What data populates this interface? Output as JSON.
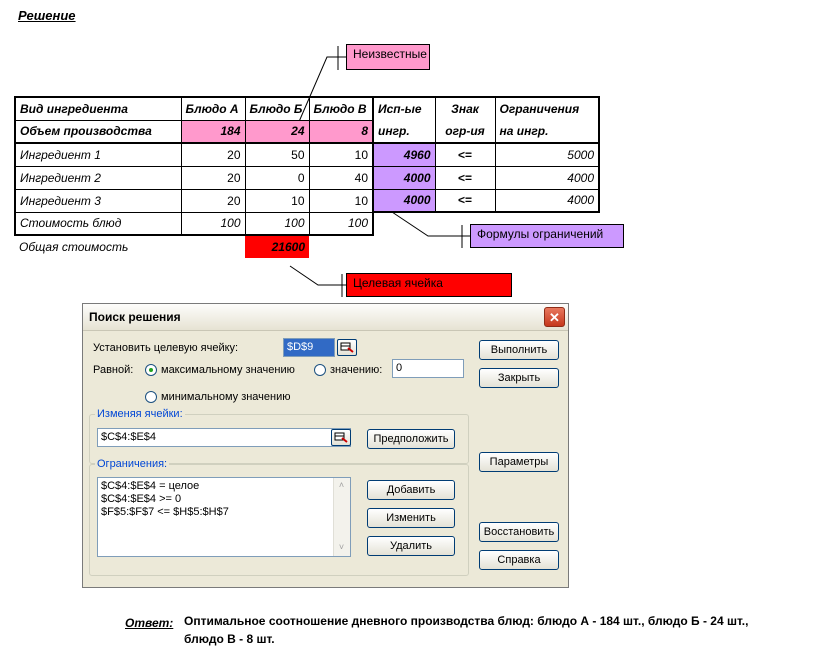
{
  "heading": "Решение",
  "callouts": {
    "unknowns": "Неизвестные",
    "constraints_formulas": "Формулы ограничений",
    "target_cell": "Целевая ячейка"
  },
  "sheet": {
    "headers": [
      "Вид ингредиента",
      "Блюдо А",
      "Блюдо Б",
      "Блюдо В",
      "Исп-ые",
      "Знак",
      "Ограничения"
    ],
    "headers2": [
      "Объем производства",
      "184",
      "24",
      "8",
      "ингр.",
      "огр-ия",
      "на ингр."
    ],
    "rows": [
      {
        "name": "Ингредиент 1",
        "a": "20",
        "b": "50",
        "c": "10",
        "used": "4960",
        "sign": "<=",
        "limit": "5000"
      },
      {
        "name": "Ингредиент 2",
        "a": "20",
        "b": "0",
        "c": "40",
        "used": "4000",
        "sign": "<=",
        "limit": "4000"
      },
      {
        "name": "Ингредиент 3",
        "a": "20",
        "b": "10",
        "c": "10",
        "used": "4000",
        "sign": "<=",
        "limit": "4000"
      }
    ],
    "cost": {
      "name": "Стоимость блюд",
      "a": "100",
      "b": "100",
      "c": "100"
    },
    "total": {
      "name": "Общая стоимость",
      "value": "21600"
    }
  },
  "dialog": {
    "title": "Поиск решения",
    "target_label": "Установить целевую ячейку:",
    "target_value": "$D$9",
    "equal_label": "Равной:",
    "opt_max": "максимальному значению",
    "opt_value": "значению:",
    "value_field": "0",
    "opt_min": "минимальному значению",
    "changing_label": "Изменяя ячейки:",
    "changing_value": "$C$4:$E$4",
    "guess_btn": "Предположить",
    "constraints_label": "Ограничения:",
    "constraints": [
      "$C$4:$E$4 = целое",
      "$C$4:$E$4 >= 0",
      "$F$5:$F$7 <= $H$5:$H$7"
    ],
    "add_btn": "Добавить",
    "change_btn": "Изменить",
    "delete_btn": "Удалить",
    "run_btn": "Выполнить",
    "close_btn": "Закрыть",
    "params_btn": "Параметры",
    "restore_btn": "Восстановить",
    "help_btn": "Справка",
    "selected_option": "max"
  },
  "answer": {
    "label": "Ответ:",
    "line1": "Оптимальное соотношение дневного производства блюд: блюдо А - 184 шт., блюдо Б - 24 шт.,",
    "line2": "блюдо В - 8 шт."
  }
}
